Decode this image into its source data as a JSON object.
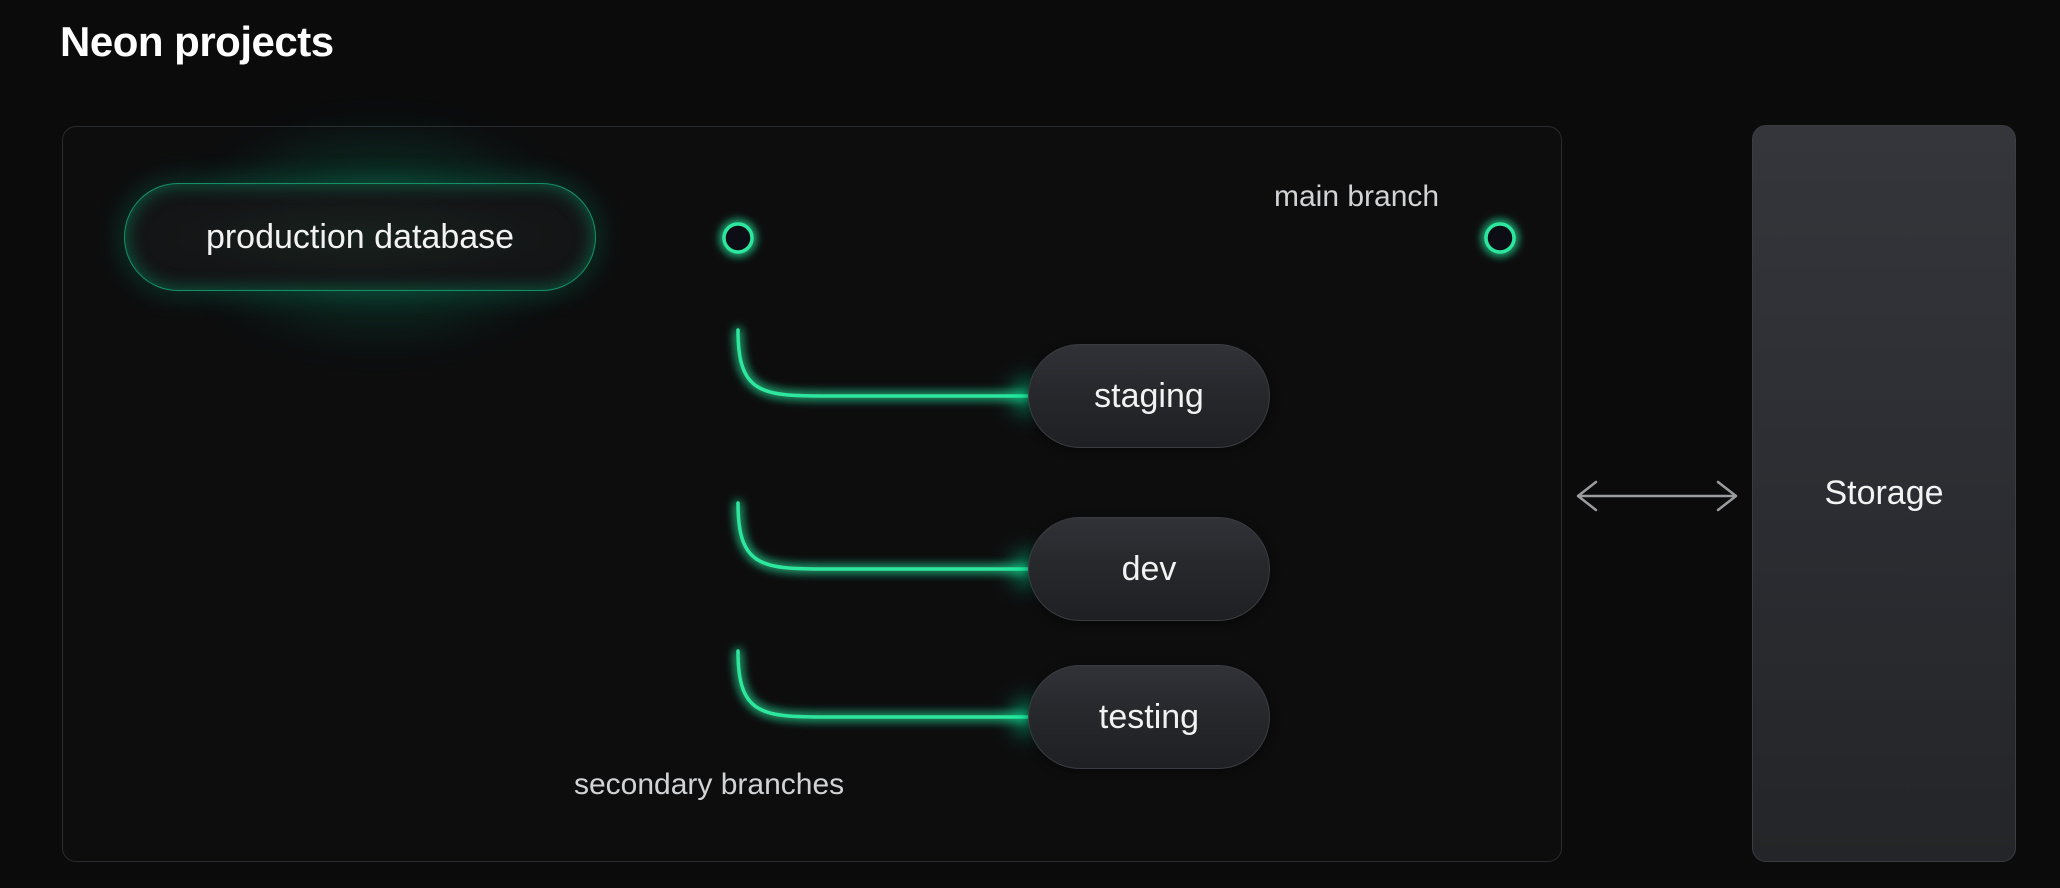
{
  "page": {
    "title": "Neon projects",
    "background_color": "#0b0b0c"
  },
  "colors": {
    "accent_green": "#00e599",
    "line_green": "#2ee79f",
    "panel_border": "#2a2b2e",
    "node_border": "#3a3c41",
    "text_primary": "#ffffff",
    "text_secondary": "#d2d3d5",
    "arrow_gray": "#9a9ca0"
  },
  "project_panel": {
    "name": "neon-project-panel",
    "primary_node": {
      "label": "production database",
      "type": "primary-branch-node",
      "glow": true
    },
    "branch_nodes": [
      {
        "label": "staging",
        "type": "secondary-branch-node"
      },
      {
        "label": "dev",
        "type": "secondary-branch-node"
      },
      {
        "label": "testing",
        "type": "secondary-branch-node"
      }
    ],
    "connector_labels": {
      "main_branch": "main branch",
      "secondary_branches": "secondary branches"
    },
    "endpoints": {
      "branch_junction": "branch-junction-point",
      "main_branch_end": "main-branch-endpoint"
    }
  },
  "storage_panel": {
    "label": "Storage",
    "connector": {
      "name": "bidirectional-arrow",
      "direction": "both"
    }
  }
}
